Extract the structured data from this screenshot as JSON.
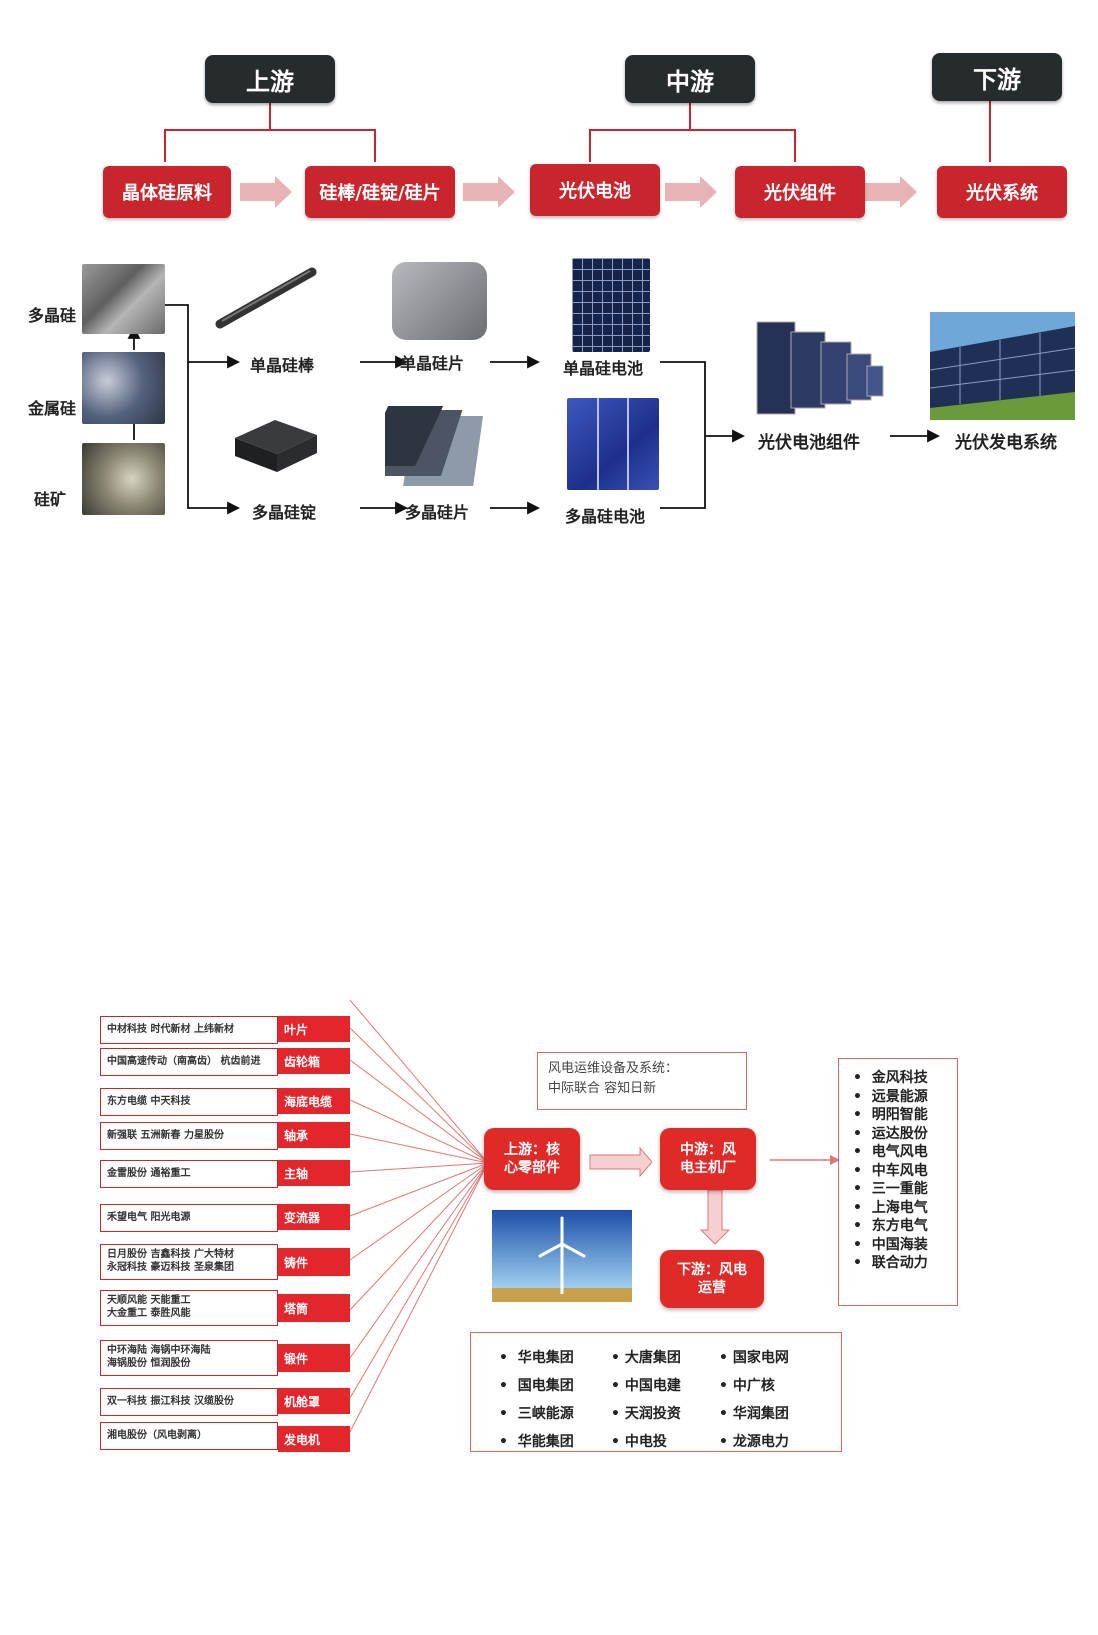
{
  "pv": {
    "stages": {
      "upstream": "上游",
      "midstream": "中游",
      "downstream": "下游"
    },
    "chain": [
      "晶体硅原料",
      "硅棒/硅锭/硅片",
      "光伏电池",
      "光伏组件",
      "光伏系统"
    ],
    "raw": [
      "多晶硅",
      "金属硅",
      "硅矿"
    ],
    "mono": [
      "单晶硅棒",
      "单晶硅片",
      "单晶硅电池"
    ],
    "poly": [
      "多晶硅锭",
      "多晶硅片",
      "多晶硅电池"
    ],
    "module": "光伏电池组件",
    "system": "光伏发电系统"
  },
  "wind": {
    "suppliers": [
      {
        "companies": [
          "中材科技 时代新材 上纬新材"
        ],
        "part": "叶片"
      },
      {
        "companies": [
          "中国高速传动（南高齿） 杭齿前进"
        ],
        "part": "齿轮箱"
      },
      {
        "companies": [
          "东方电缆 中天科技"
        ],
        "part": "海底电缆"
      },
      {
        "companies": [
          "新强联 五洲新春 力星股份"
        ],
        "part": "轴承"
      },
      {
        "companies": [
          "金雷股份 通裕重工"
        ],
        "part": "主轴"
      },
      {
        "companies": [
          "禾望电气 阳光电源"
        ],
        "part": "变流器"
      },
      {
        "companies": [
          "日月股份 吉鑫科技 广大特材",
          "永冠科技 豪迈科技 圣泉集团"
        ],
        "part": "铸件"
      },
      {
        "companies": [
          "天顺风能 天能重工",
          "大金重工 泰胜风能"
        ],
        "part": "塔筒"
      },
      {
        "companies": [
          "中环海陆 海锅中环海陆",
          "海锅股份 恒润股份"
        ],
        "part": "锻件"
      },
      {
        "companies": [
          "双一科技 振江科技 汉缆股份"
        ],
        "part": "机舱罩"
      },
      {
        "companies": [
          "湘电股份（风电剥离）"
        ],
        "part": "发电机"
      }
    ],
    "om_title": "风电运维设备及系统：",
    "om_companies": "中际联合 容知日新",
    "upstream": [
      "上游：核",
      "心零部件"
    ],
    "midstream": [
      "中游：风",
      "电主机厂"
    ],
    "downstream": [
      "下游：风电",
      "运营"
    ],
    "oems": [
      "金风科技",
      "远景能源",
      "明阳智能",
      "运达股份",
      "电气风电",
      "中车风电",
      "三一重能",
      "上海电气",
      "东方电气",
      "中国海装",
      "联合动力"
    ],
    "operators": [
      [
        "华电集团",
        "大唐集团",
        "国家电网"
      ],
      [
        "国电集团",
        "中国电建",
        "中广核"
      ],
      [
        "三峡能源",
        "天润投资",
        "华润集团"
      ],
      [
        "华能集团",
        "中电投",
        "龙源电力"
      ]
    ]
  }
}
